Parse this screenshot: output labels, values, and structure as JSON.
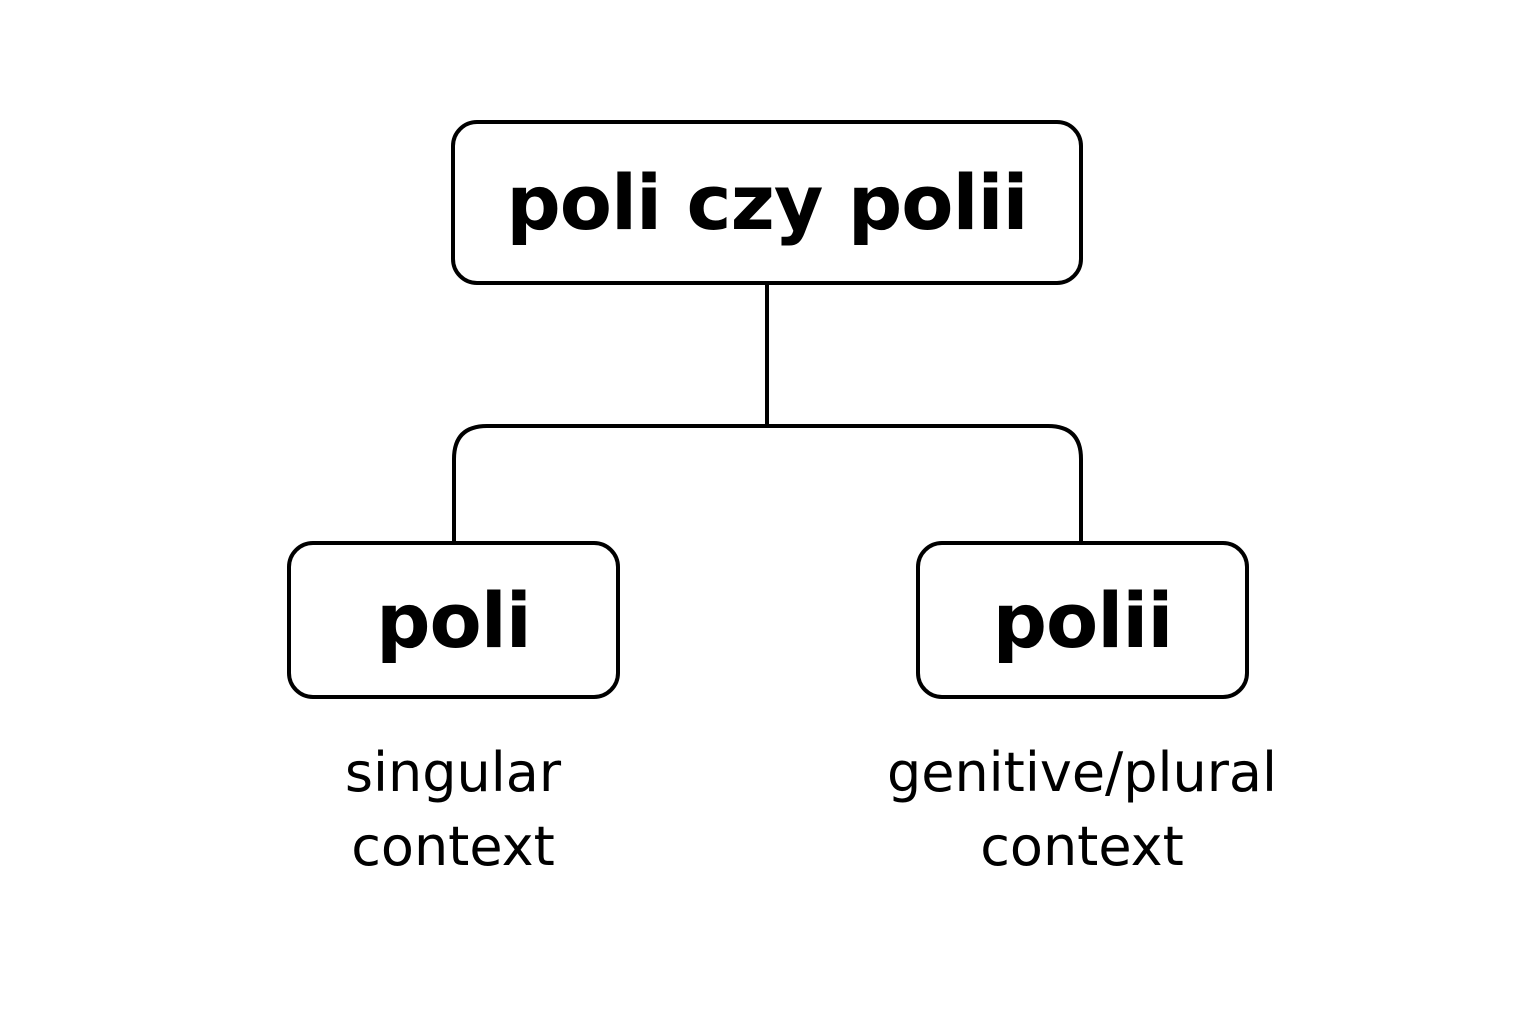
{
  "diagram": {
    "root": {
      "label": "poli czy polii"
    },
    "branches": [
      {
        "label": "poli",
        "caption_lines": [
          "singular",
          "context"
        ]
      },
      {
        "label": "polii",
        "caption_lines": [
          "genitive/plural",
          "context"
        ]
      }
    ],
    "colors": {
      "stroke": "#000000",
      "text": "#000000",
      "background": "#ffffff"
    }
  }
}
